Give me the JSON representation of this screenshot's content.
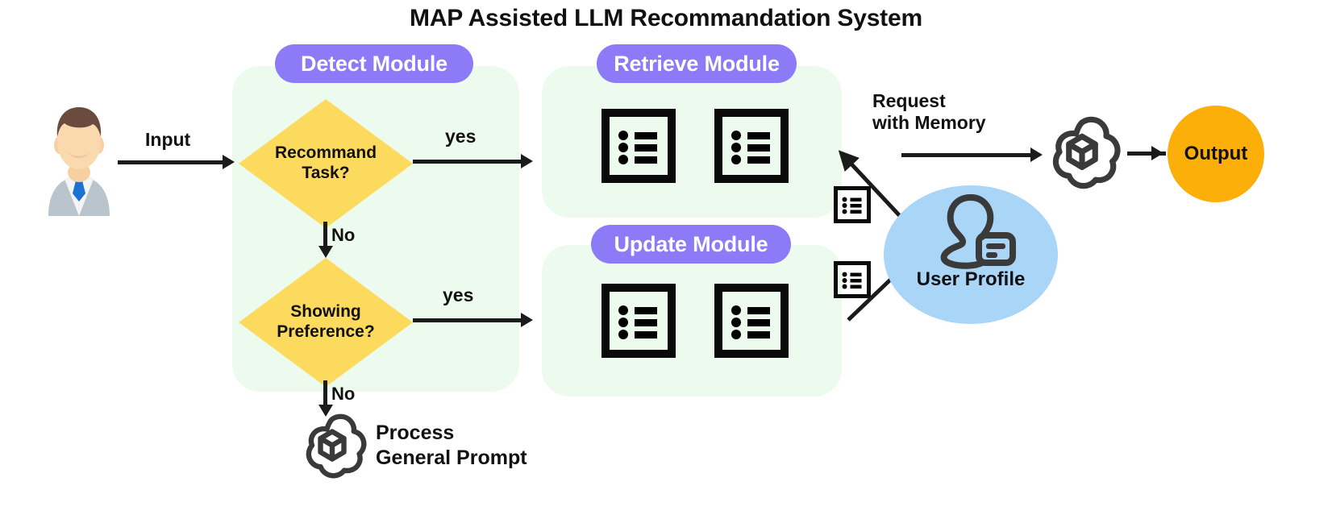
{
  "title": "MAP Assisted LLM Recommandation System",
  "colors": {
    "module_panel": "#EDFAEE",
    "module_badge": "#8C7AF6",
    "decision_diamond": "#FCDA5E",
    "user_profile": "#A9D5F7",
    "output": "#FCAE09",
    "line": "#1b1b1b",
    "text": "#111111"
  },
  "actors": {
    "user_avatar": "user-avatar-icon",
    "input_label": "Input"
  },
  "modules": {
    "detect": {
      "badge": "Detect Module",
      "decisions": [
        {
          "id": "recommend-task",
          "line1": "Recommand",
          "line2": "Task?",
          "yes_label": "yes",
          "no_label": "No"
        },
        {
          "id": "showing-preference",
          "line1": "Showing",
          "line2": "Preference?",
          "yes_label": "yes",
          "no_label": "No"
        }
      ]
    },
    "retrieve": {
      "badge": "Retrieve Module",
      "icons": [
        "list-icon",
        "list-icon"
      ]
    },
    "update": {
      "badge": "Update Module",
      "icons": [
        "list-icon",
        "list-icon"
      ]
    }
  },
  "memory": {
    "retrieve_memory_icon": "list-icon",
    "update_memory_icon": "list-icon"
  },
  "user_profile": {
    "label": "User Profile",
    "icon": "user-id-card-icon"
  },
  "llm": {
    "icon": "openai-logo-icon",
    "request_label_line1": "Request",
    "request_label_line2": "with Memory"
  },
  "fallback": {
    "icon": "openai-logo-icon",
    "label_line1": "Process",
    "label_line2": "General Prompt"
  },
  "output": {
    "label": "Output"
  }
}
